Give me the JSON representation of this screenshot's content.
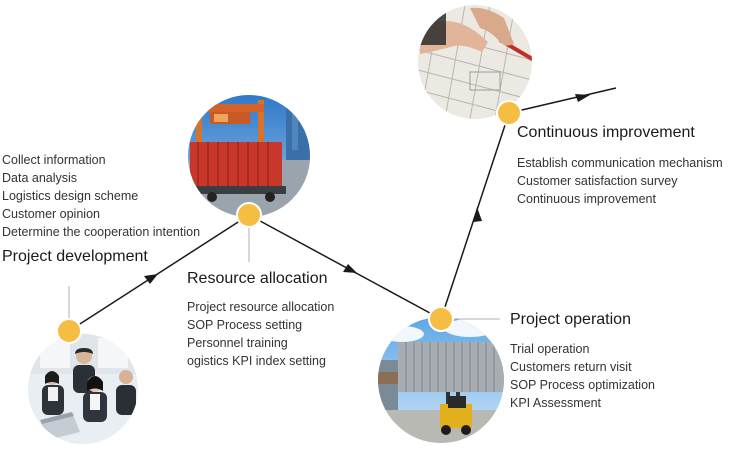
{
  "colors": {
    "dot": "#F5BE42",
    "dot_ring": "#ffffff",
    "line": "#1a1a1a",
    "connector": "#b0b0b0",
    "text": "#333333",
    "title": "#1a1a1a"
  },
  "stages": [
    {
      "id": "project-development",
      "title": "Project development",
      "items": [
        "Collect information",
        "Data analysis",
        "Logistics design scheme",
        "Customer opinion",
        "Determine the cooperation intention"
      ],
      "photo": "office-team-photo"
    },
    {
      "id": "resource-allocation",
      "title": "Resource allocation",
      "items": [
        "Project resource allocation",
        "SOP Process setting",
        "Personnel training",
        "ogistics KPI index setting"
      ],
      "photo": "port-crane-container-photo"
    },
    {
      "id": "project-operation",
      "title": "Project operation",
      "items": [
        "Trial operation",
        "Customers return visit",
        "SOP Process optimization",
        "KPI Assessment"
      ],
      "photo": "container-forklift-photo"
    },
    {
      "id": "continuous-improvement",
      "title": "Continuous improvement",
      "items": [
        "Establish communication mechanism",
        "Customer satisfaction survey",
        "Continuous improvement"
      ],
      "photo": "blueprint-hands-photo"
    }
  ]
}
